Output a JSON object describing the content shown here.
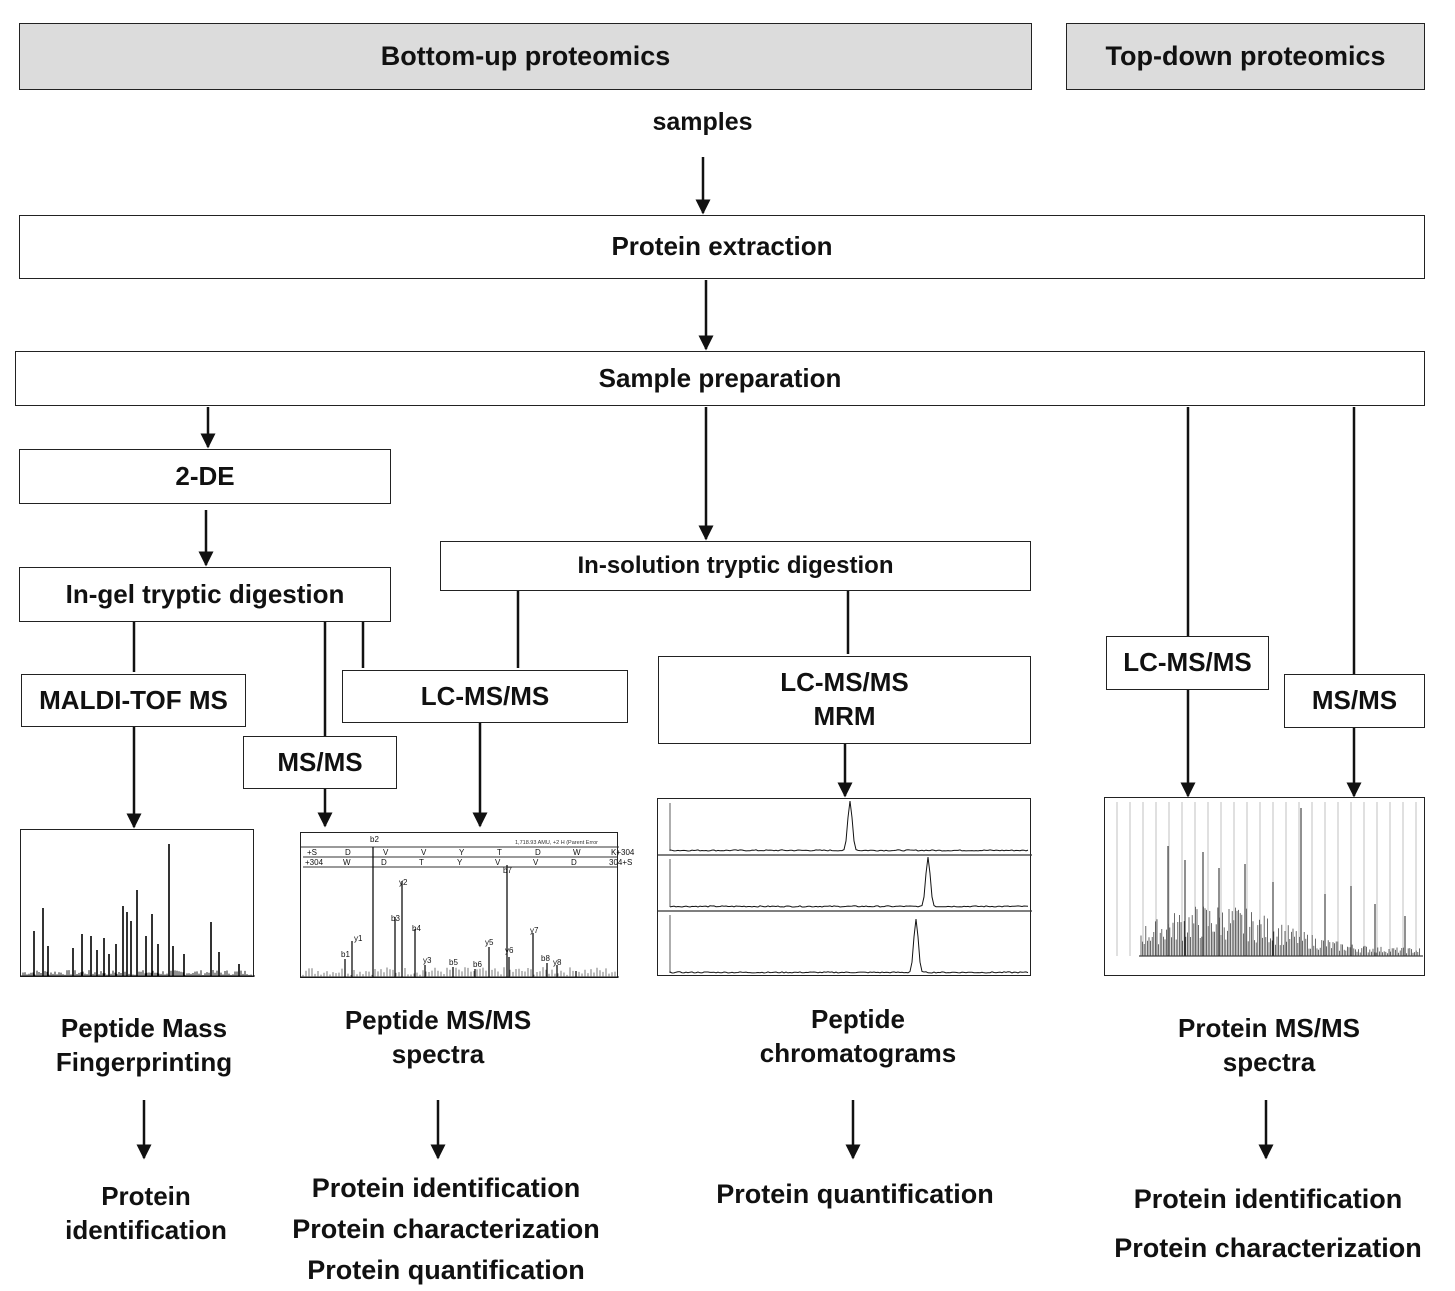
{
  "headers": {
    "bottom_up": "Bottom-up proteomics",
    "top_down": "Top-down proteomics"
  },
  "flow": {
    "samples": "samples",
    "protein_extraction": "Protein extraction",
    "sample_preparation": "Sample preparation",
    "two_de": "2-DE",
    "in_gel_digestion": "In-gel tryptic digestion",
    "in_solution_digestion": "In-solution tryptic digestion"
  },
  "methods": {
    "maldi_tof": "MALDI-TOF MS",
    "msms_ingel": "MS/MS",
    "lcmsms_ingel": "LC-MS/MS",
    "lcmsms_mrm_line1": "LC-MS/MS",
    "lcmsms_mrm_line2": "MRM",
    "lcmsms_topdown": "LC-MS/MS",
    "msms_topdown": "MS/MS"
  },
  "spectra": {
    "msms_header_right": "1,718.93 AMU, +2 H (Parent Error",
    "top_sequence": [
      "+S",
      "D",
      "V",
      "V",
      "Y",
      "T",
      "D",
      "W",
      "K+304"
    ],
    "bottom_sequence": [
      "+304",
      "W",
      "D",
      "T",
      "Y",
      "V",
      "V",
      "D",
      "304+S"
    ],
    "ion_labels": [
      "b2",
      "y2",
      "b3",
      "b4",
      "y1",
      "b1",
      "y3",
      "b5",
      "b6",
      "y5",
      "y6",
      "b7",
      "y7",
      "b8",
      "y8"
    ]
  },
  "outputs": {
    "pmf_line1": "Peptide Mass",
    "pmf_line2": "Fingerprinting",
    "pep_msms_line1": "Peptide MS/MS",
    "pep_msms_line2": "spectra",
    "pep_chrom_line1": "Peptide",
    "pep_chrom_line2": "chromatograms",
    "prot_msms_line1": "Protein MS/MS",
    "prot_msms_line2": "spectra"
  },
  "results": {
    "col1_line1": "Protein",
    "col1_line2": "identification",
    "col2_line1": "Protein identification",
    "col2_line2": "Protein characterization",
    "col2_line3": "Protein quantification",
    "col3_line1": "Protein quantification",
    "col4_line1": "Protein identification",
    "col4_line2": "Protein characterization"
  }
}
